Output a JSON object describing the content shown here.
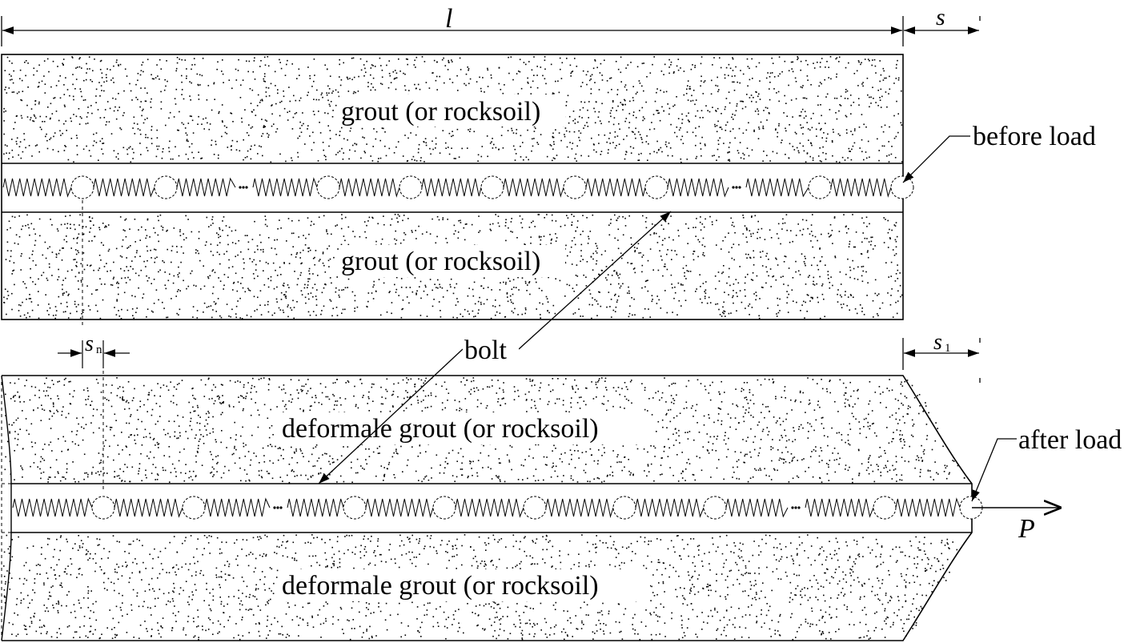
{
  "top": {
    "dim_length": "l",
    "dim_disp": "s",
    "grout_upper": "grout (or rocksoil)",
    "grout_lower": "grout (or rocksoil)",
    "callout": "before load"
  },
  "middle": {
    "bolt_label": "bolt"
  },
  "bottom": {
    "sn_main": "s",
    "sn_sub": "n",
    "s1_main": "s",
    "s1_sub": "1",
    "grout_upper": "deformale  grout (or rocksoil)",
    "grout_lower": "deformale  grout (or rocksoil)",
    "callout": "after load",
    "force": "P"
  },
  "colors": {
    "ink": "#000000",
    "background": "#ffffff"
  }
}
